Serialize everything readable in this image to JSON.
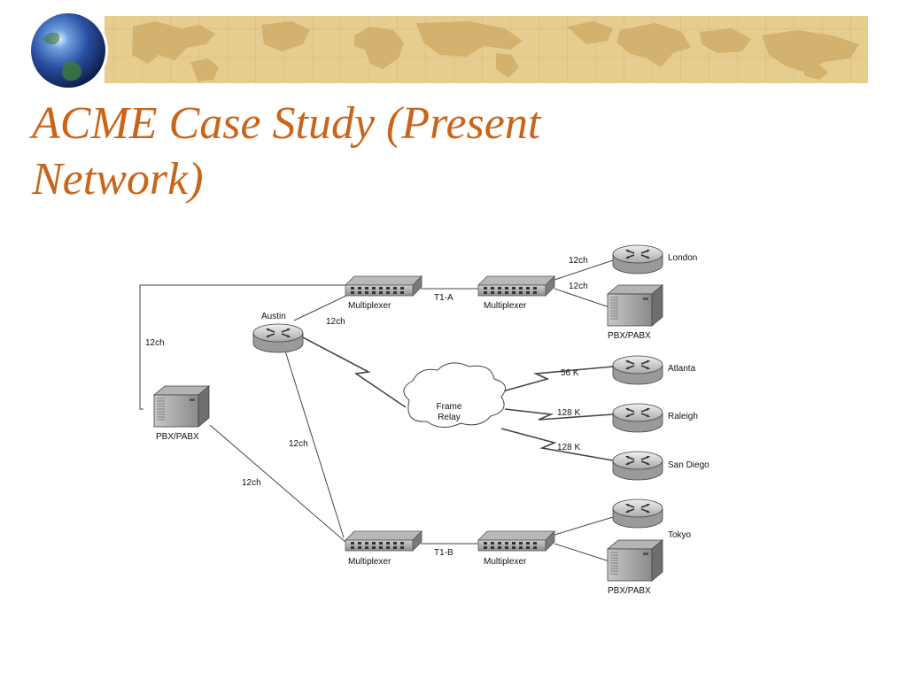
{
  "slide": {
    "title": "ACME Case Study (Present Network)"
  },
  "colors": {
    "title": "#c9651a",
    "banner": "#e6cd8f",
    "banner_land": "#d3b26f",
    "line": "#444444"
  },
  "diagram": {
    "nodes": {
      "austin": "Austin",
      "london": "London",
      "atlanta": "Atlanta",
      "raleigh": "Raleigh",
      "san_diego": "San Diego",
      "tokyo": "Tokyo",
      "pbx_left": "PBX/PABX",
      "pbx_top_right": "PBX/PABX",
      "pbx_bottom_right": "PBX/PABX",
      "mux_top_left": "Multiplexer",
      "mux_top_right": "Multiplexer",
      "mux_bottom_left": "Multiplexer",
      "mux_bottom_right": "Multiplexer",
      "frame_relay": [
        "Frame",
        "Relay"
      ]
    },
    "links": {
      "t1a": "T1-A",
      "t1b": "T1-B",
      "pbx_top": "12ch",
      "austin_mux": "12ch",
      "london": "12ch",
      "pbx_top_right": "12ch",
      "austin_mux_bottom": "12ch",
      "pbx_mux_bottom": "12ch",
      "atlanta": "56 K",
      "raleigh": "128 K",
      "san_diego": "128 K"
    }
  }
}
